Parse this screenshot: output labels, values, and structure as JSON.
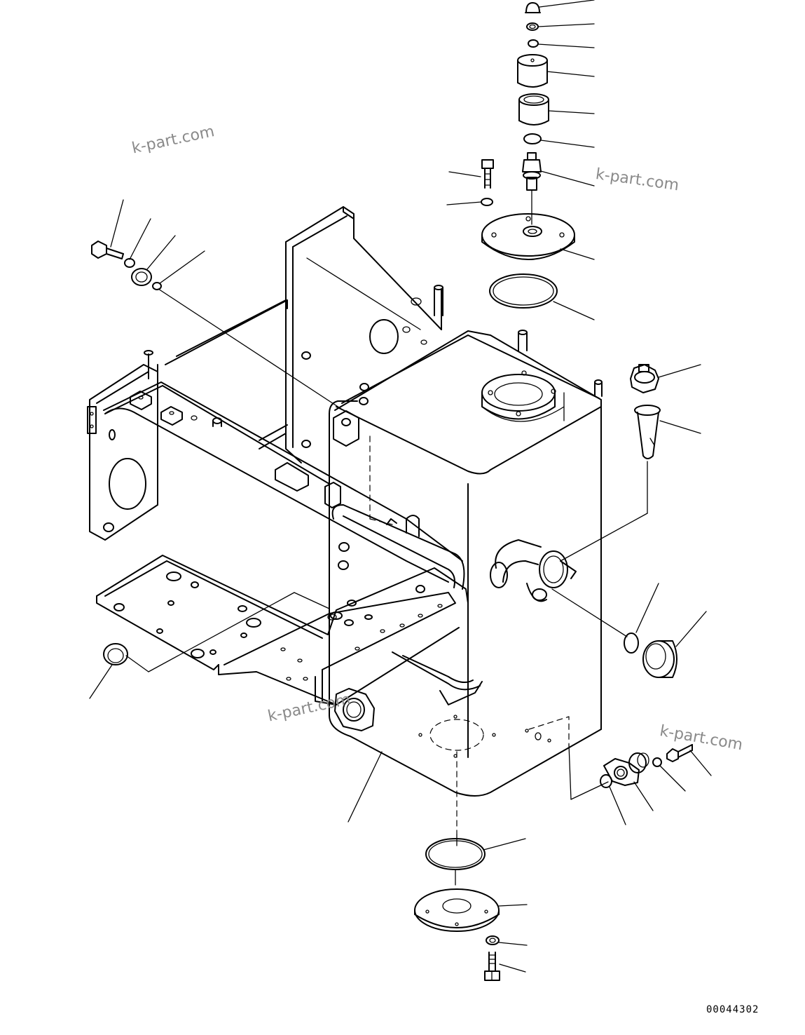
{
  "diagram": {
    "figure_id": "00044302",
    "watermarks": [
      "k-part.com",
      "k-part.com",
      "k-part.com",
      "k-part.com"
    ]
  }
}
